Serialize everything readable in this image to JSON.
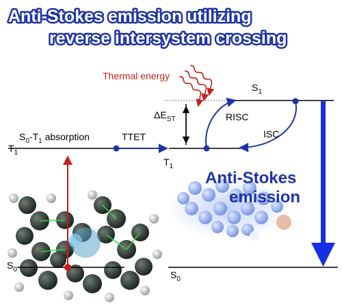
{
  "title": {
    "line1": "Anti-Stokes emission utilizing",
    "line2": "reverse intersystem crossing"
  },
  "left_levels": {
    "t1_main": "T",
    "t1_sub": "1",
    "s0_main": "S",
    "s0_sub": "0"
  },
  "absorption": {
    "s_main": "S",
    "s_sub": "0",
    "t_part": "-T",
    "t_sub": "1",
    "rest": " absorption"
  },
  "ttet_label": "TTET",
  "thermal_energy_label": "Thermal energy",
  "delta": {
    "main": "ΔE",
    "sub": "ST"
  },
  "right_levels": {
    "s1_main": "S",
    "s1_sub": "1",
    "t1_main": "T",
    "t1_sub": "1",
    "s0_main": "S",
    "s0_sub": "0"
  },
  "risc_label": "RISC",
  "isc_label": "ISC",
  "anti_stokes": {
    "line1": "Anti-Stokes",
    "line2": "emission"
  },
  "colors": {
    "title_outline": "#1f33a8",
    "process_arrow": "#1f33a8",
    "absorption_arrow": "#d01818",
    "thermal_arrow": "#c62020"
  }
}
